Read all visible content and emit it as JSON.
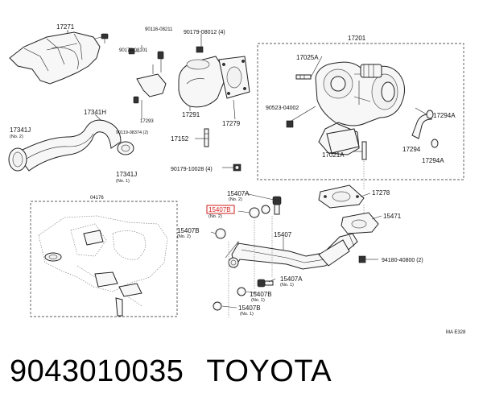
{
  "labels": {
    "p17271": "17271",
    "p90116": "90116-08211",
    "p90179a": "90179-08012 (4)",
    "p90179b": "90179-08101",
    "p17201": "17201",
    "p17025a": "17025A",
    "p17341h": "17341H",
    "p17291": "17291",
    "p17279": "17279",
    "p17293": "17293",
    "p90523": "90523-04002",
    "p17294a_top": "17294A",
    "p17341j_l": "17341J",
    "p90119": "90119-08374 (2)",
    "p17152": "17152",
    "p17294": "17294",
    "p17294a_bot": "17294A",
    "p17021a": "17021A",
    "p17341j_r": "17341J",
    "p90179c": "90179-10028 (4)",
    "p04176": "04176",
    "p15407a_top": "15407A",
    "p17278": "17278",
    "p15407b_hl": "15407B",
    "p15471": "15471",
    "p15407b_l": "15407B",
    "p15407": "15407",
    "p94180": "94180-40800 (2)",
    "p15407a_bot": "15407A",
    "p15407b_r": "15407B",
    "p15407b_bot": "15407B",
    "code": "MA E328"
  },
  "notes": {
    "no2": "(No. 2)",
    "no1": "(No. 1)"
  },
  "colors": {
    "highlight": "#d21e1e",
    "ink": "#222222"
  },
  "footer": {
    "part_number": "9043010035",
    "brand": "TOYOTA"
  }
}
